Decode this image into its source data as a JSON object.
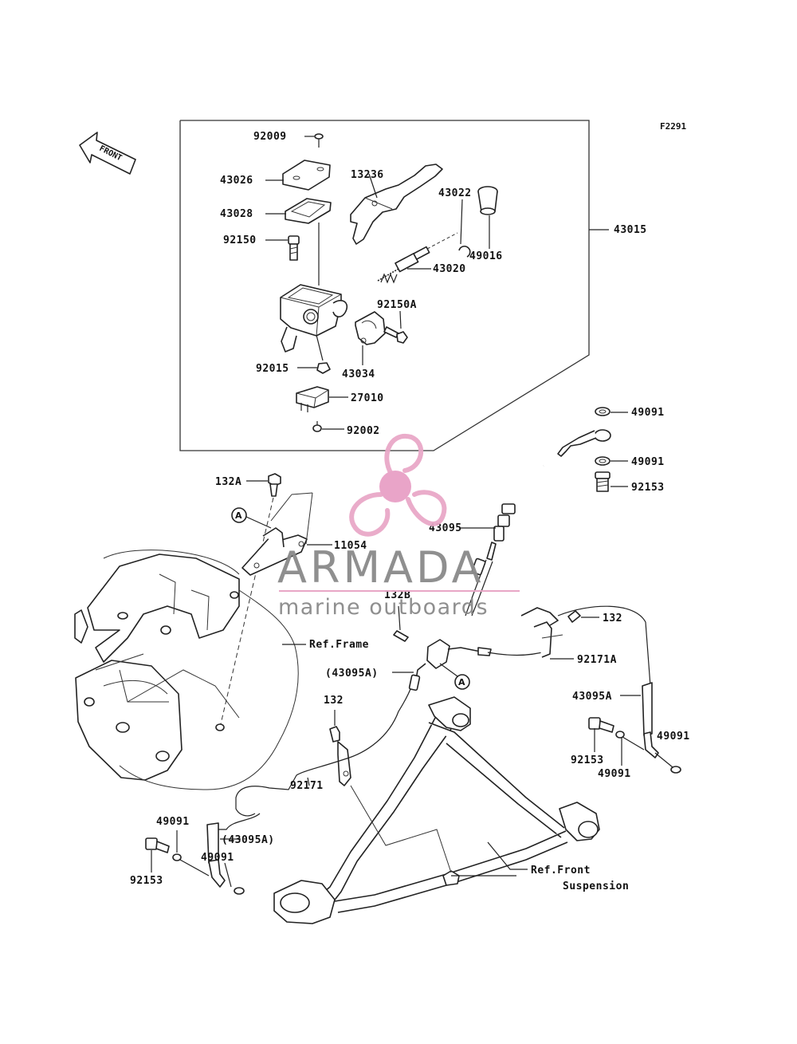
{
  "figure_code": "F2291",
  "front_arrow_label": "FRONT",
  "parts": {
    "p92009": "92009",
    "p43026": "43026",
    "p43028": "43028",
    "p92150": "92150",
    "p13236": "13236",
    "p43022": "43022",
    "p49016": "49016",
    "p43015": "43015",
    "p43020": "43020",
    "p92150A": "92150A",
    "p92015": "92015",
    "p43034": "43034",
    "p27010": "27010",
    "p92002": "92002",
    "p49091_a": "49091",
    "p49091_b": "49091",
    "p92153_a": "92153",
    "p132A": "132A",
    "p11054": "11054",
    "p43095": "43095",
    "p132B": "132B",
    "p132_a": "132",
    "p92171A": "92171A",
    "p43095A_paren_a": "(43095A)",
    "p43095A": "43095A",
    "p132_b": "132",
    "p92153_b": "92153",
    "p49091_c": "49091",
    "p49091_d": "49091",
    "p92171": "92171",
    "p49091_e": "49091",
    "p43095A_paren_b": "(43095A)",
    "p92153_c": "92153",
    "p49091_f": "49091"
  },
  "callouts": {
    "a1": "A",
    "a2": "A"
  },
  "refs": {
    "frame": "Ref.Frame",
    "front_susp_1": "Ref.Front",
    "front_susp_2": "Suspension"
  },
  "watermark": {
    "brand": "ARMADA",
    "tagline": "marine outboards",
    "colors": {
      "prop": "#e9a8c8",
      "hub": "#e8a0c6",
      "text": "#8a8a8a",
      "rule": "#e7a3c4"
    }
  },
  "colors": {
    "line": "#222222",
    "background": "#ffffff"
  }
}
